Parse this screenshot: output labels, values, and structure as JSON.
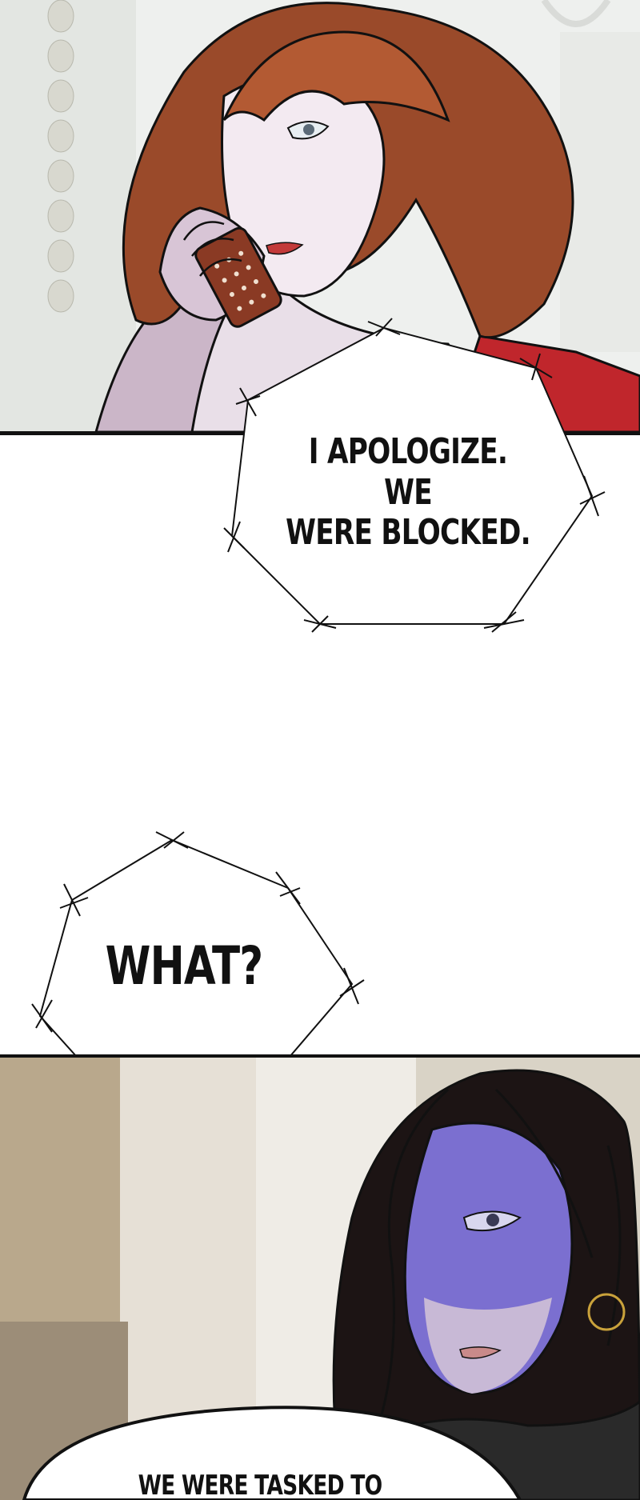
{
  "bubbles": {
    "top": {
      "text": "I APOLOGIZE. WE\nWERE BLOCKED."
    },
    "middle": {
      "text": "WHAT?"
    },
    "bottom": {
      "text": "WE WERE TASKED TO"
    }
  },
  "colors": {
    "outline": "#111111",
    "background": "#ffffff",
    "hair_top": "#9a4a2a",
    "dress_top": "#c0262c",
    "hair_bottom": "#1c1414",
    "shadow_skin": "#7b6fd0"
  }
}
